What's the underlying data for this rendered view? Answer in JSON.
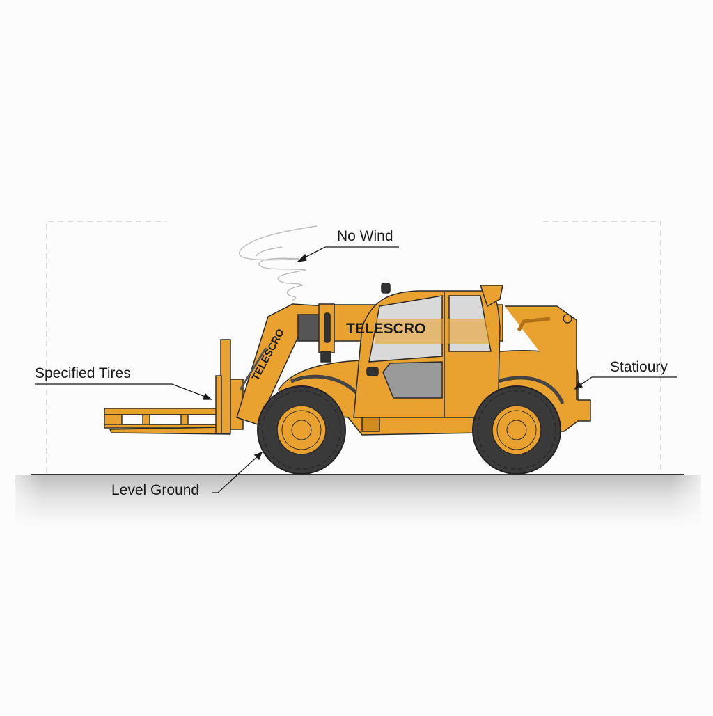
{
  "diagram": {
    "subject": "telescopic-handler",
    "brand_text_boom": "TELESCRO",
    "brand_text_cab": "TELESCRO",
    "colors": {
      "body": "#E9A22F",
      "body_shade": "#D08C1F",
      "outline": "#2a2a2a",
      "tire": "#3a3a3a",
      "glass": "#d9d9d9",
      "ground_line": "#333333",
      "dashed_frame": "#c8c8c8"
    }
  },
  "labels": {
    "no_wind": "No Wind",
    "specified_tires": "Specified Tires",
    "stationary": "Statioury",
    "level_ground": "Level Ground"
  }
}
